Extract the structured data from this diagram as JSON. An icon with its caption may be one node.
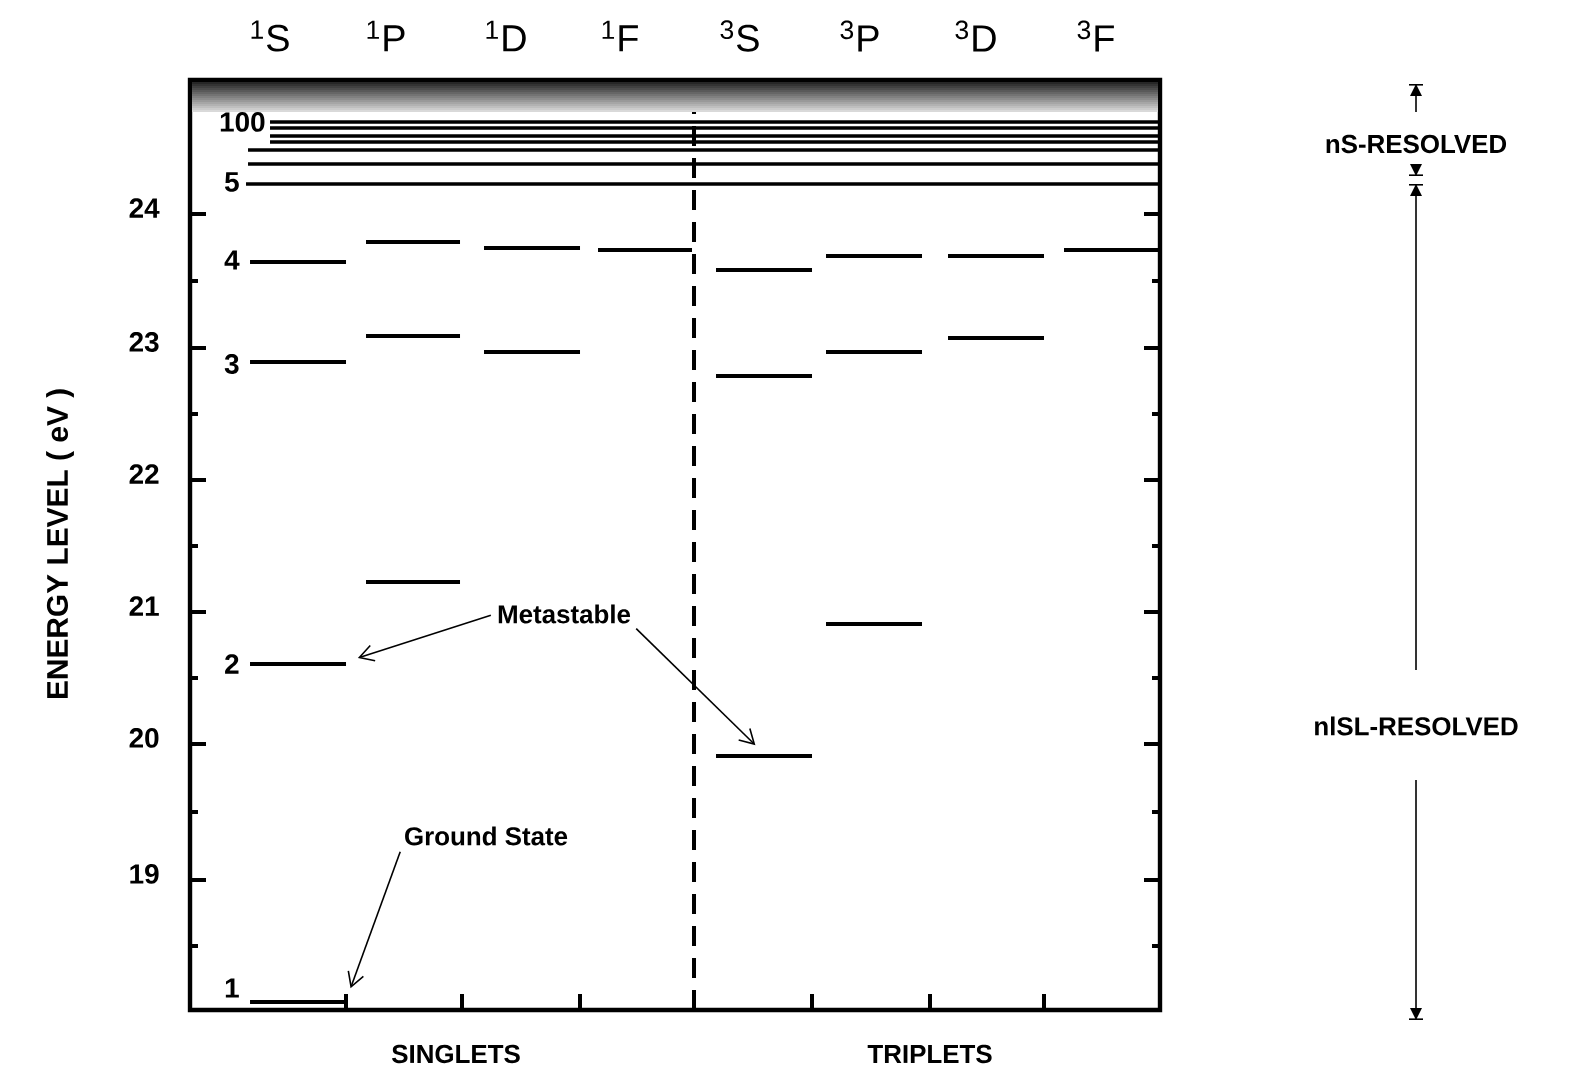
{
  "diagram": {
    "nodes": [
      {
        "text": [
          "Metastable"
        ]
      },
      {
        "text": [],
        "shape": "bar"
      },
      {
        "text": [],
        "shape": "bar"
      },
      {
        "text": [
          "Ground State"
        ]
      },
      {
        "text": [],
        "shape": "bar"
      }
    ],
    "edges": [
      {
        "from": 0,
        "to": 1,
        "arrow": "to"
      },
      {
        "from": 0,
        "to": 2,
        "arrow": "to"
      },
      {
        "from": 3,
        "to": 4,
        "arrow": "to"
      }
    ],
    "labels": [
      "$^{1}$S",
      "$^{1}$P",
      "$^{1}$D",
      "$^{1}$F",
      "$^{3}$S",
      "$^{3}$P",
      "$^{3}$D",
      "$^{3}$F",
      "24",
      "23",
      "22",
      "21",
      "20",
      "19",
      "100",
      "5",
      "4",
      "3",
      "2",
      "1",
      "ENERGY LEVEL ( eV )",
      "SINGLETS",
      "TRIPLETS",
      "nS-RESOLVED",
      "nlSL-RESOLVED"
    ]
  }
}
